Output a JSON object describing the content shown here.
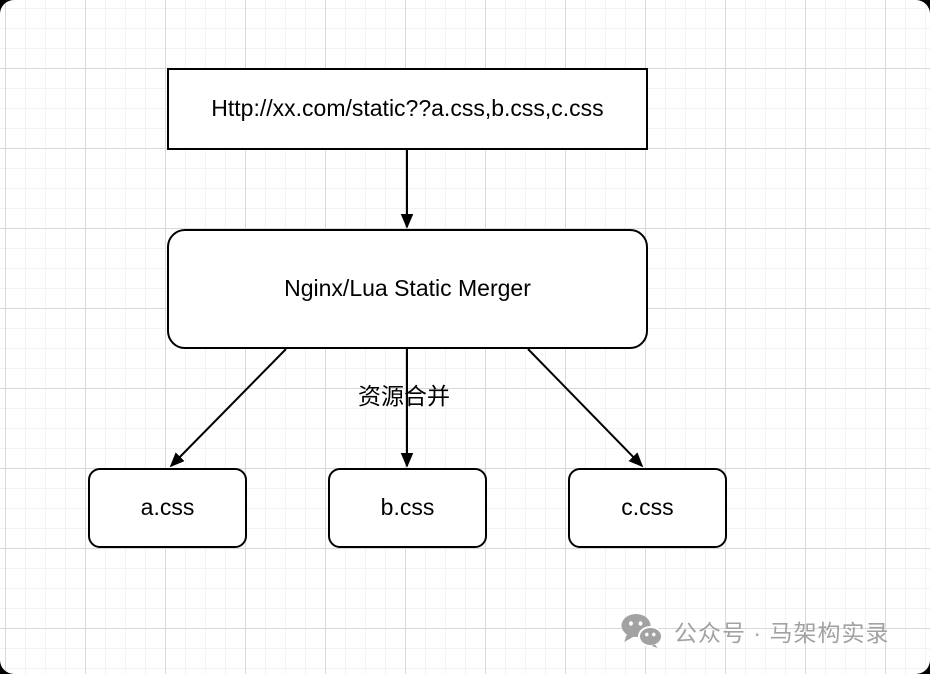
{
  "diagram": {
    "url_node": "Http://xx.com/static??a.css,b.css,c.css",
    "merger_node": "Nginx/Lua Static Merger",
    "edge_label": "资源合并",
    "css_nodes": [
      "a.css",
      "b.css",
      "c.css"
    ]
  },
  "watermark": {
    "icon": "wechat-icon",
    "text": "公众号 · 马架构实录"
  },
  "colors": {
    "stroke": "#000000",
    "text": "#000000",
    "canvas_bg": "#ffffff",
    "grid_minor": "#f3f3f3",
    "grid_major": "#d8d8d8",
    "watermark": "#a2a2a2",
    "page_corners": "#000000"
  }
}
